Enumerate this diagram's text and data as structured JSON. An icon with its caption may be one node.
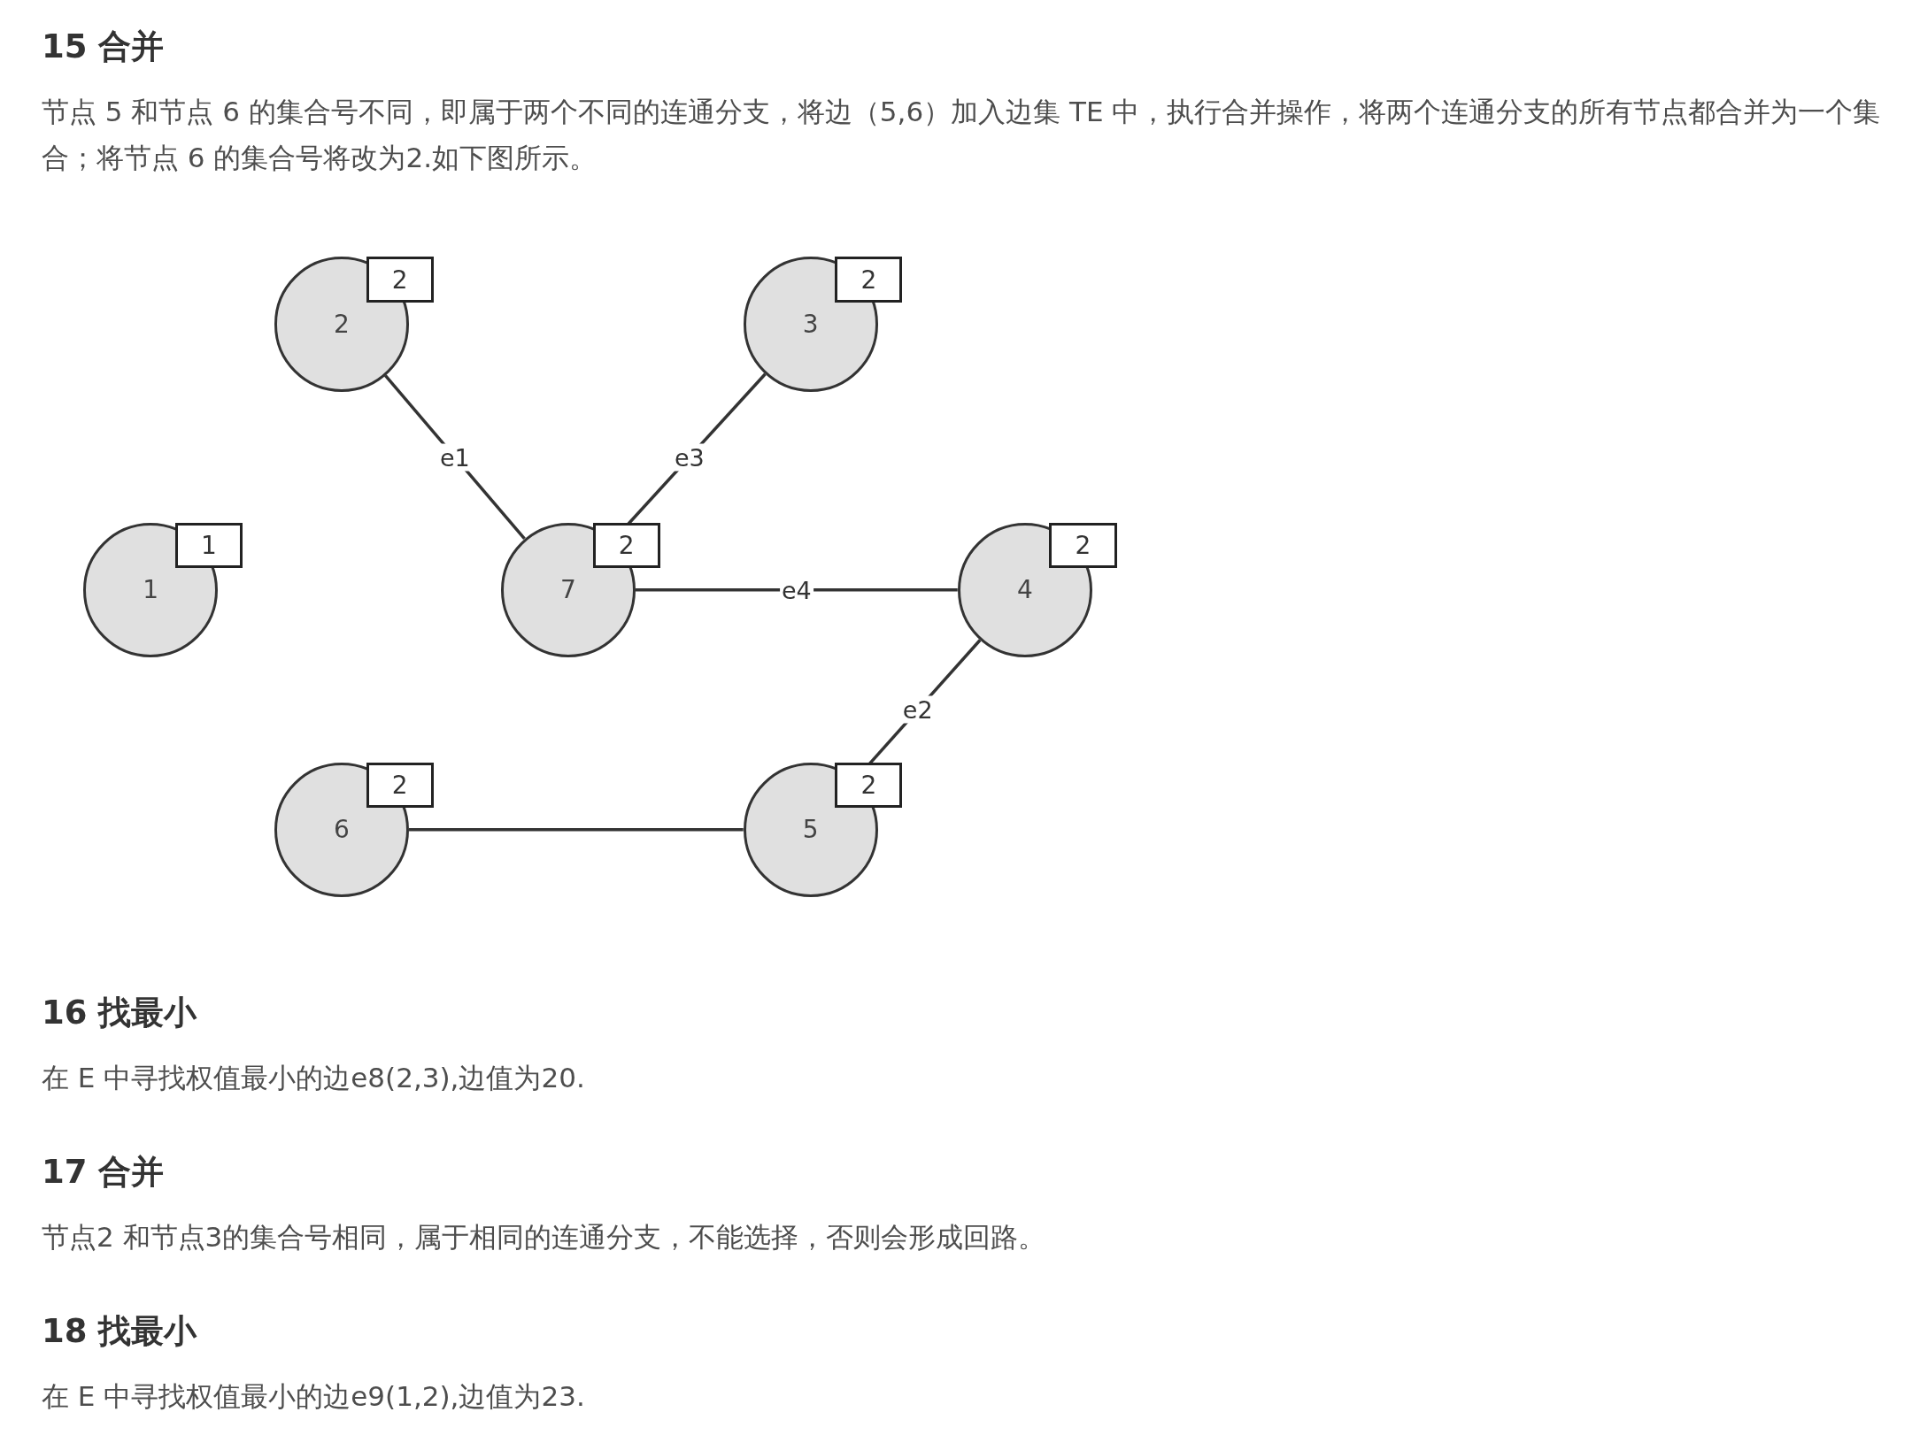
{
  "diagram": {
    "title": "15 合并",
    "nodes": [
      {
        "text": [
          "1",
          "1"
        ]
      },
      {
        "text": [
          "2",
          "2"
        ]
      },
      {
        "text": [
          "3",
          "2"
        ]
      },
      {
        "text": [
          "7",
          "2"
        ]
      },
      {
        "text": [
          "4",
          "2"
        ]
      },
      {
        "text": [
          "6",
          "2"
        ]
      },
      {
        "text": [
          "5",
          "2"
        ]
      }
    ],
    "edges": [
      {
        "from": 1,
        "to": 3,
        "arrow": "none",
        "label": "e1"
      },
      {
        "from": 2,
        "to": 3,
        "arrow": "none",
        "label": "e3"
      },
      {
        "from": 3,
        "to": 4,
        "arrow": "none",
        "label": "e4"
      },
      {
        "from": 4,
        "to": 6,
        "arrow": "none",
        "label": "e2"
      },
      {
        "from": 5,
        "to": 6,
        "arrow": "none"
      }
    ],
    "labels": [
      "节点 5 和节点 6 的集合号不同，即属于两个不同的连通分支，将边（5,6）加入边集 TE 中，执行合并操作，将两个连通分支的所有节点都合并为一个集合；将节点 6 的集合号将改为2.如下图所示。",
      "16 找最小",
      "在 E 中寻找权值最小的边e8(2,3),边值为20.",
      "17 合并",
      "节点2 和节点3的集合号相同，属于相同的连通分支，不能选择，否则会形成回路。",
      "18 找最小",
      "在 E 中寻找权值最小的边e9(1,2),边值为23."
    ]
  }
}
